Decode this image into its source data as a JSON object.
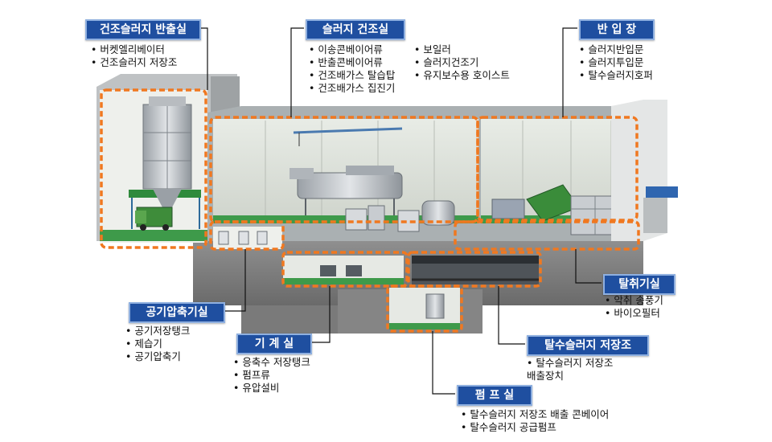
{
  "callouts": {
    "dry_discharge": {
      "title": "건조슬러지 반출실",
      "items": [
        "버켓엘리베이터",
        "건조슬러지 저장조"
      ]
    },
    "drying": {
      "title": "슬러지 건조실",
      "items_left": [
        "이송콘베이어류",
        "반출콘베이어류",
        "건조배가스 탈습탑",
        "건조배가스 집진기"
      ],
      "items_right": [
        "보일러",
        "슬러지건조기",
        "유지보수용 호이스트"
      ]
    },
    "receiving": {
      "title": "반 입 장",
      "items": [
        "슬러지반입문",
        "슬러지투입문",
        "탈수슬러지호퍼"
      ]
    },
    "deodor": {
      "title": "탈취기실",
      "items": [
        "악취 송풍기",
        "바이오필터"
      ]
    },
    "air_comp": {
      "title": "공기압축기실",
      "items": [
        "공기저장탱크",
        "제습기",
        "공기압축기"
      ]
    },
    "machine": {
      "title": "기 계 실",
      "items": [
        "응축수 저장탱크",
        "펌프류",
        "유압설비"
      ]
    },
    "dewatered_storage": {
      "title": "탈수슬러지 저장조",
      "items": [
        "탈수슬러지 저장조",
        "배출장치"
      ]
    },
    "pump": {
      "title": "펌 프 실",
      "items": [
        "탈수슬러지 저장조 배출 콘베이어",
        "탈수슬러지 공급펌프"
      ]
    }
  },
  "colors": {
    "label_bg": "#1f4fa0",
    "highlight": "#f07820",
    "floor": "#3e9a4a"
  }
}
